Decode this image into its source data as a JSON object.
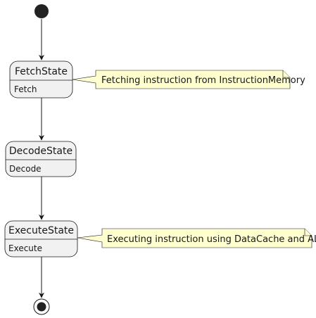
{
  "diagram": {
    "type": "state",
    "states": [
      {
        "name": "FetchState",
        "action": "Fetch"
      },
      {
        "name": "DecodeState",
        "action": "Decode"
      },
      {
        "name": "ExecuteState",
        "action": "Execute"
      }
    ],
    "notes": [
      {
        "attached_to": "FetchState",
        "text": "Fetching instruction from InstructionMemory"
      },
      {
        "attached_to": "ExecuteState",
        "text": "Executing instruction using DataCache and ALU"
      }
    ],
    "transitions": [
      {
        "from": "start",
        "to": "FetchState"
      },
      {
        "from": "FetchState",
        "to": "DecodeState"
      },
      {
        "from": "DecodeState",
        "to": "ExecuteState"
      },
      {
        "from": "ExecuteState",
        "to": "end"
      }
    ],
    "colors": {
      "state_fill": "#f1f1f1",
      "stroke": "#181818",
      "note_fill": "#fefece",
      "node_fill": "#222222"
    }
  }
}
